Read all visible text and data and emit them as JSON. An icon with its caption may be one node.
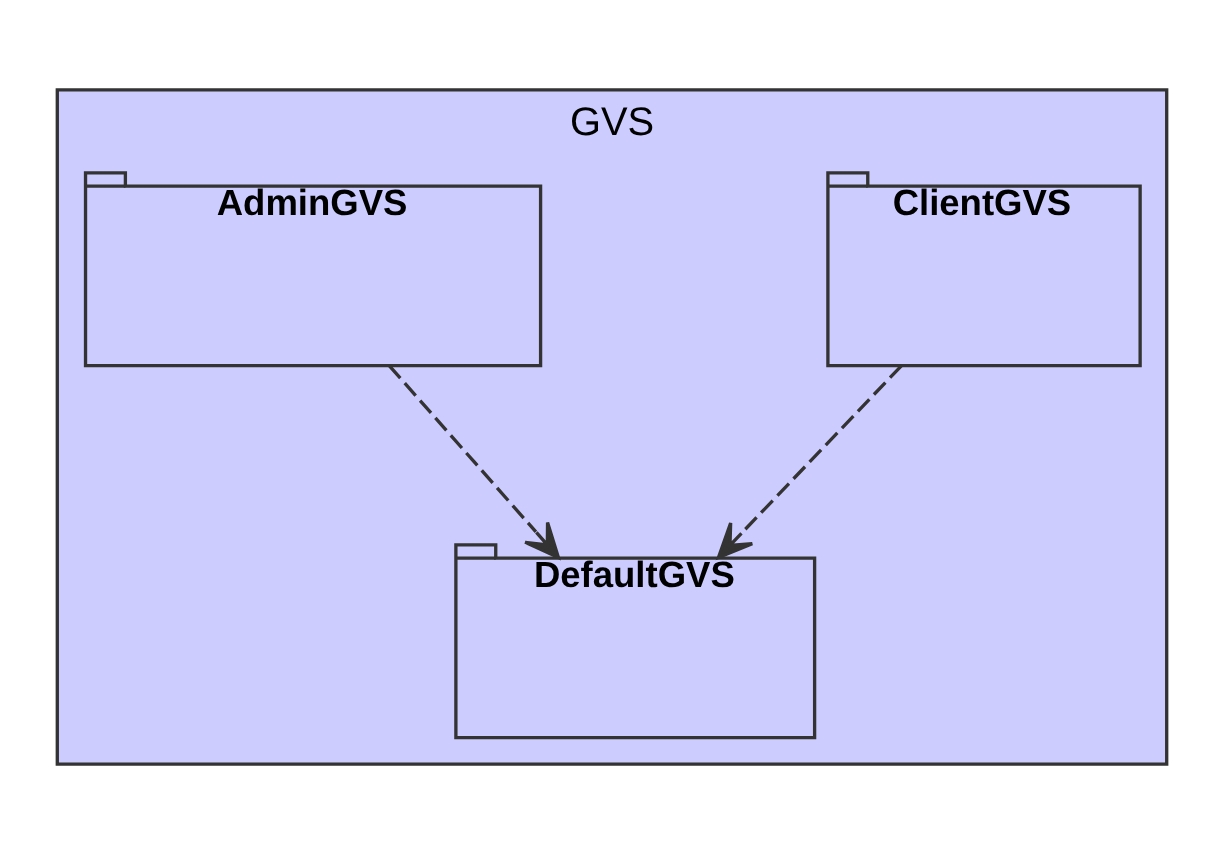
{
  "diagram": {
    "nodes": [
      {
        "text": [
          "GVS"
        ]
      },
      {
        "text": [
          "ClientGVS"
        ],
        "in": 0
      },
      {
        "text": [
          "AdminGVS"
        ],
        "in": 0
      },
      {
        "text": [
          "DefaultGVS"
        ],
        "in": 0
      }
    ],
    "edges": [
      {
        "from": 1,
        "to": 3,
        "arrow": "to",
        "style": "dashed"
      },
      {
        "from": 2,
        "to": 3,
        "arrow": "to",
        "style": "dashed"
      }
    ]
  }
}
